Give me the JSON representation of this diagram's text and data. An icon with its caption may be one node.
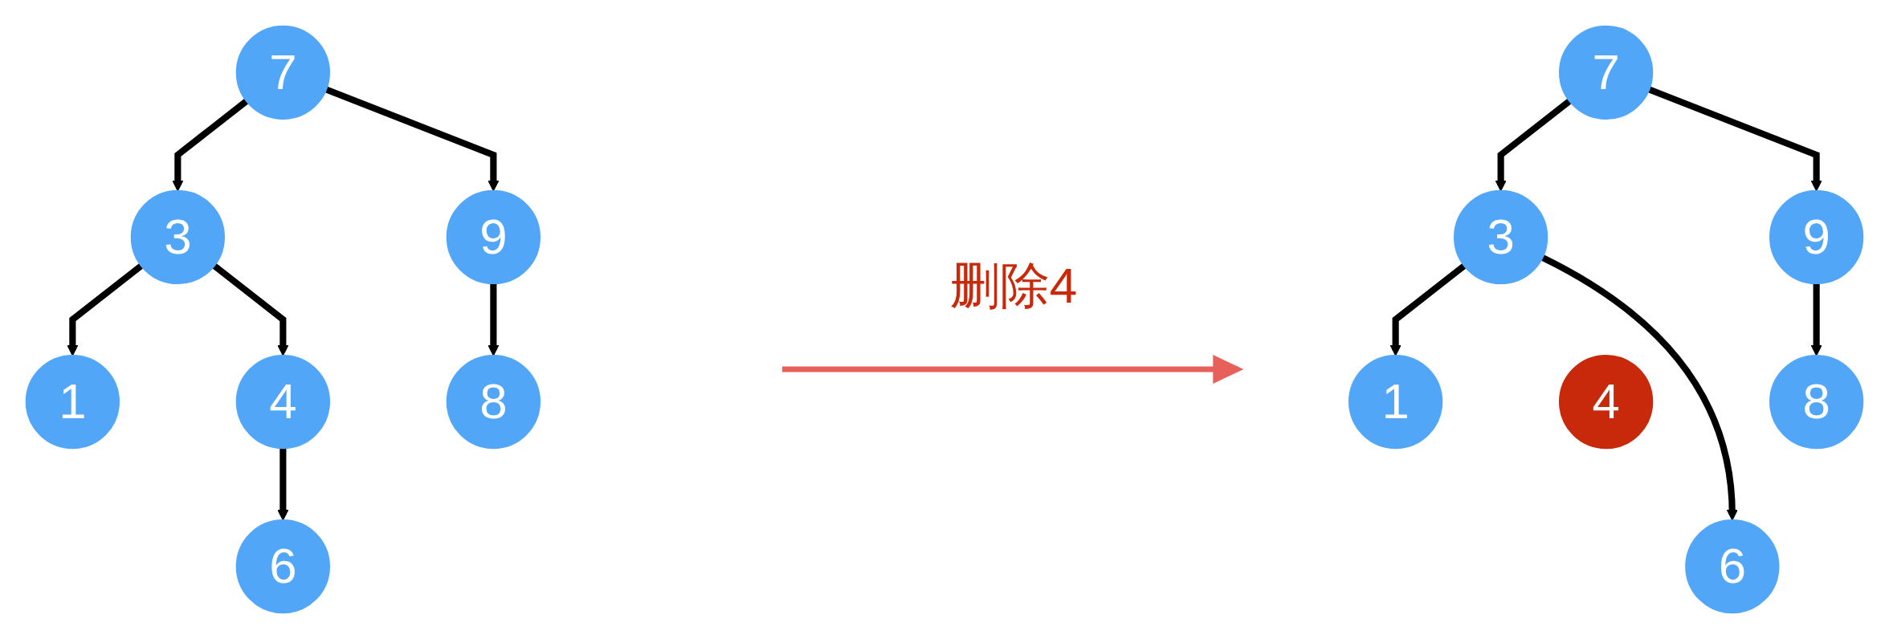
{
  "diagram": {
    "nodes": [
      {
        "text": [
          "7"
        ]
      },
      {
        "text": [
          "3"
        ]
      },
      {
        "text": [
          "9"
        ]
      },
      {
        "text": [
          "1"
        ]
      },
      {
        "text": [
          "4"
        ]
      },
      {
        "text": [
          "8"
        ]
      },
      {
        "text": [
          "6"
        ]
      },
      {
        "text": [
          "7"
        ]
      },
      {
        "text": [
          "3"
        ]
      },
      {
        "text": [
          "9"
        ]
      },
      {
        "text": [
          "1"
        ]
      },
      {
        "text": [
          "4"
        ]
      },
      {
        "text": [
          "8"
        ]
      },
      {
        "text": [
          "6"
        ]
      }
    ],
    "edges": [
      {
        "from": 0,
        "to": 1,
        "arrow": "to"
      },
      {
        "from": 0,
        "to": 2,
        "arrow": "to"
      },
      {
        "from": 1,
        "to": 3,
        "arrow": "to"
      },
      {
        "from": 1,
        "to": 4,
        "arrow": "to"
      },
      {
        "from": 4,
        "to": 6,
        "arrow": "to"
      },
      {
        "from": 2,
        "to": 5,
        "arrow": "to"
      },
      {
        "from": 7,
        "to": 8,
        "arrow": "to"
      },
      {
        "from": 7,
        "to": 9,
        "arrow": "to"
      },
      {
        "from": 8,
        "to": 10,
        "arrow": "to"
      },
      {
        "from": 8,
        "to": 13,
        "arrow": "to"
      },
      {
        "from": 9,
        "to": 12,
        "arrow": "to"
      }
    ],
    "labels": [
      "删除4"
    ]
  }
}
